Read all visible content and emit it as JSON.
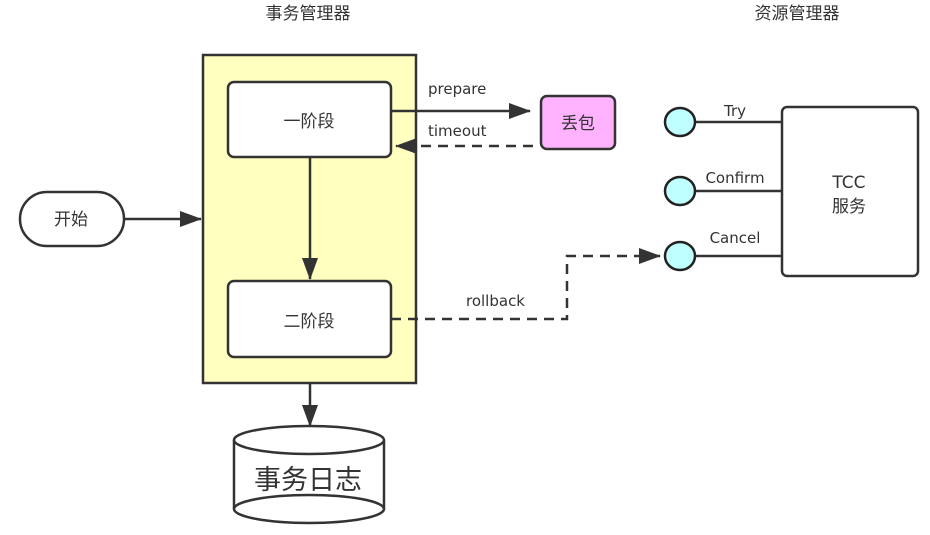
{
  "titles": {
    "transaction_manager": "事务管理器",
    "resource_manager": "资源管理器"
  },
  "nodes": {
    "start": "开始",
    "phase_one": "一阶段",
    "phase_two": "二阶段",
    "packet_loss": "丢包",
    "transaction_log": "事务日志",
    "tcc_service_line1": "TCC",
    "tcc_service_line2": "服务"
  },
  "edges": {
    "prepare": "prepare",
    "timeout": "timeout",
    "rollback": "rollback"
  },
  "ports": {
    "try": "Try",
    "confirm": "Confirm",
    "cancel": "Cancel"
  },
  "colors": {
    "container_fill": "#FFFFC0",
    "packet_loss_fill": "#FFB3FF",
    "port_fill": "#C0FFFF",
    "stroke": "#333333"
  }
}
